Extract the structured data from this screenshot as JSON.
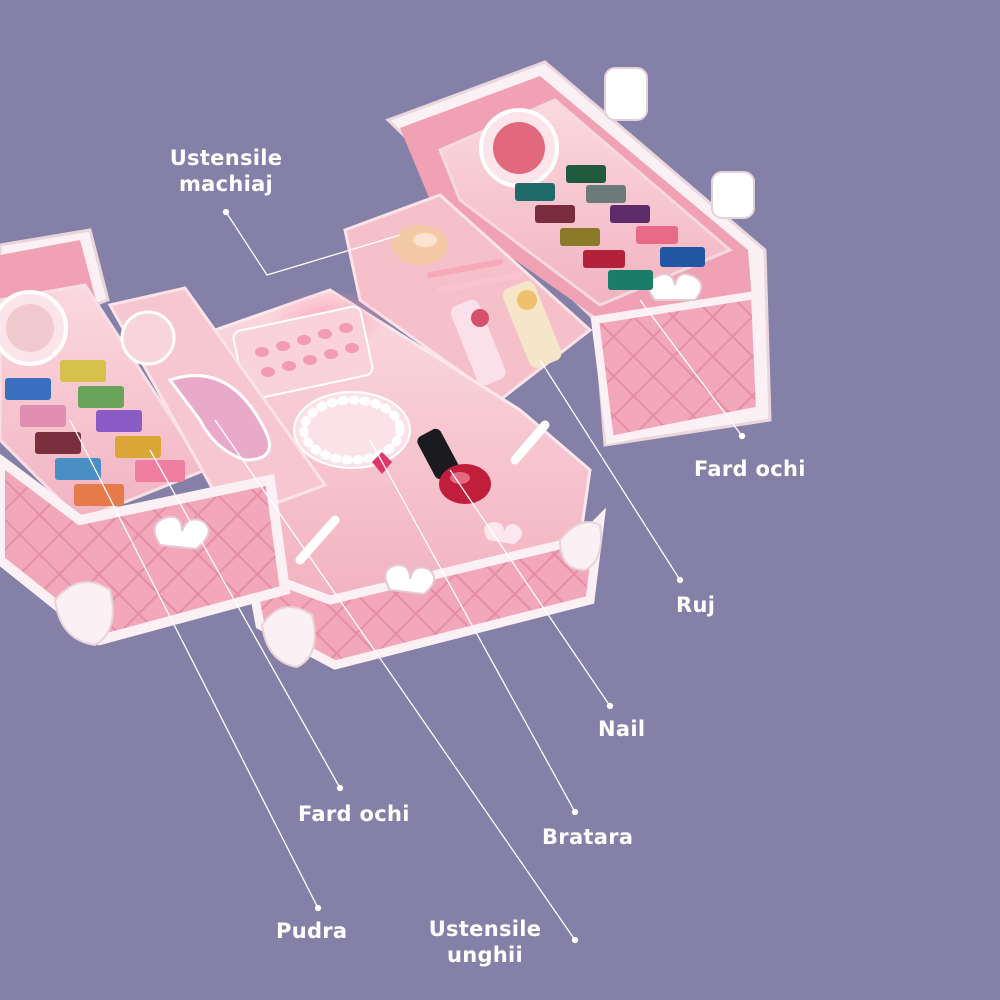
{
  "labels": {
    "ustensile_machiaj_1": "Ustensile",
    "ustensile_machiaj_2": "machiaj",
    "fard_ochi_right": "Fard ochi",
    "ruj": "Ruj",
    "nail": "Nail",
    "fard_ochi_left": "Fard ochi",
    "bratara": "Bratara",
    "pudra": "Pudra",
    "ustensile_unghii_1": "Ustensile",
    "ustensile_unghii_2": "unghii"
  },
  "colors": {
    "background": "#8580a7",
    "case_pink": "#f3a9bb",
    "case_frame": "#fbeff2",
    "tray_pink": "#f7c5cf",
    "leader_line": "#ffffff"
  }
}
